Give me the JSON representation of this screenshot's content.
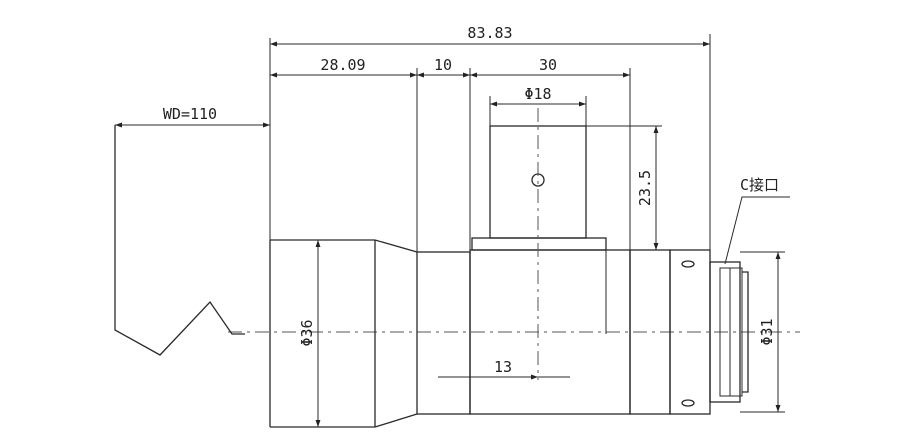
{
  "drawing": {
    "overall_length": "83.83",
    "front_section": "28.09",
    "collar": "10",
    "body_section": "30",
    "tube_diameter": "Φ18",
    "tube_height": "23.5",
    "working_distance": "WD=110",
    "mount_label": "C接口",
    "front_diameter": "Φ36",
    "mount_diameter": "Φ31",
    "tube_offset": "13"
  },
  "colors": {
    "line": "#2a2a2a",
    "background": "#ffffff"
  }
}
